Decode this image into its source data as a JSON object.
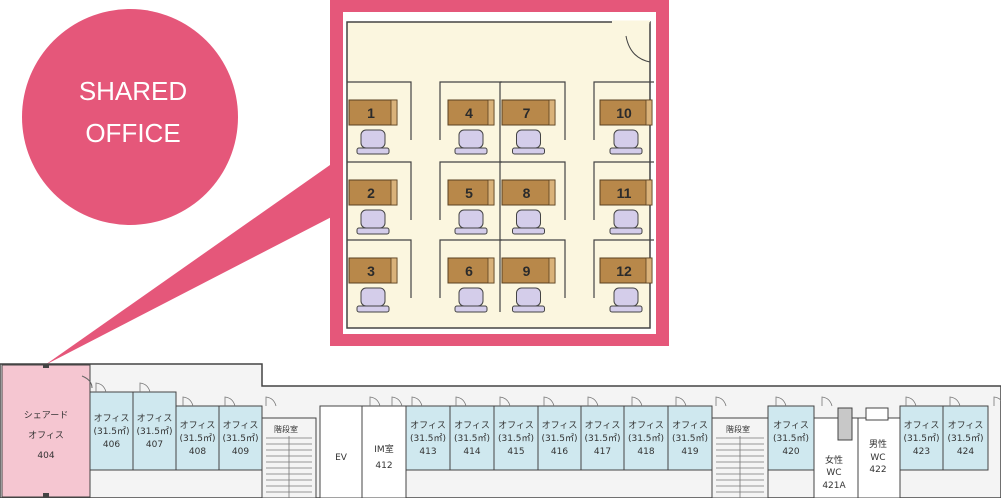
{
  "colors": {
    "accent": "#e5577a",
    "shared_office_fill": "#f5c6d1",
    "office_fill": "#cfe8ef",
    "zoom_floor": "#fbf6df",
    "desk": "#b8884a",
    "chair": "#d4cdea",
    "wall": "#444444"
  },
  "callout": {
    "line1": "SHARED",
    "line2": "OFFICE"
  },
  "desks": [
    "1",
    "2",
    "3",
    "4",
    "5",
    "6",
    "7",
    "8",
    "9",
    "10",
    "11",
    "12"
  ],
  "rooms": {
    "r404": {
      "line1": "シェアード",
      "line2": "オフィス",
      "num": "404"
    },
    "r406": {
      "line1": "オフィス",
      "line2": "(31.5㎡)",
      "num": "406"
    },
    "r407": {
      "line1": "オフィス",
      "line2": "(31.5㎡)",
      "num": "407"
    },
    "r408": {
      "line1": "オフィス",
      "line2": "(31.5㎡)",
      "num": "408"
    },
    "r409": {
      "line1": "オフィス",
      "line2": "(31.5㎡)",
      "num": "409"
    },
    "stairs1": {
      "label": "階段室"
    },
    "ev": {
      "label": "EV"
    },
    "r412": {
      "line1": "IM室",
      "num": "412"
    },
    "r413": {
      "line1": "オフィス",
      "line2": "(31.5㎡)",
      "num": "413"
    },
    "r414": {
      "line1": "オフィス",
      "line2": "(31.5㎡)",
      "num": "414"
    },
    "r415": {
      "line1": "オフィス",
      "line2": "(31.5㎡)",
      "num": "415"
    },
    "r416": {
      "line1": "オフィス",
      "line2": "(31.5㎡)",
      "num": "416"
    },
    "r417": {
      "line1": "オフィス",
      "line2": "(31.5㎡)",
      "num": "417"
    },
    "r418": {
      "line1": "オフィス",
      "line2": "(31.5㎡)",
      "num": "418"
    },
    "r419": {
      "line1": "オフィス",
      "line2": "(31.5㎡)",
      "num": "419"
    },
    "stairs2": {
      "label": "階段室"
    },
    "r420": {
      "line1": "オフィス",
      "line2": "(31.5㎡)",
      "num": "420"
    },
    "r421a": {
      "line1": "女性",
      "line2": "WC",
      "num": "421A"
    },
    "r422": {
      "line1": "男性",
      "line2": "WC",
      "num": "422"
    },
    "r423": {
      "line1": "オフィス",
      "line2": "(31.5㎡)",
      "num": "423"
    },
    "r424": {
      "line1": "オフィス",
      "line2": "(31.5㎡)",
      "num": "424"
    }
  }
}
